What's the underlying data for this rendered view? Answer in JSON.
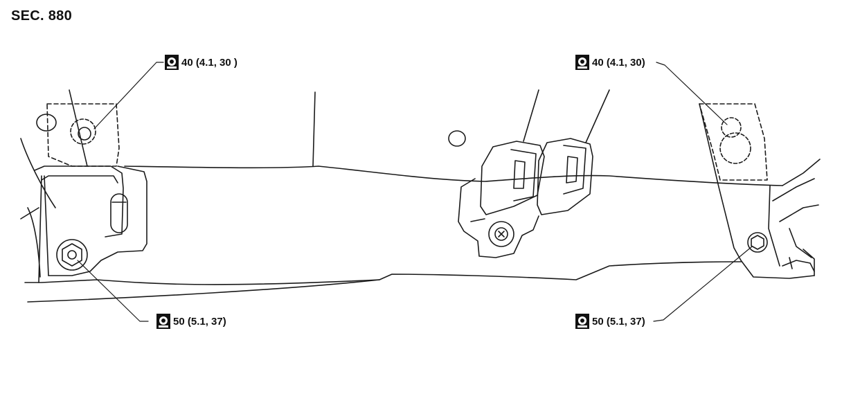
{
  "section": "SEC. 880",
  "callouts": {
    "top_left": {
      "icon": "torque-wrench-icon",
      "text": "40 (4.1, 30 )"
    },
    "top_right": {
      "icon": "torque-wrench-icon",
      "text": "40 (4.1, 30)"
    },
    "bottom_left": {
      "icon": "torque-wrench-icon",
      "text": "50 (5.1, 37)"
    },
    "bottom_right": {
      "icon": "torque-wrench-icon",
      "text": "50 (5.1, 37)"
    }
  },
  "colors": {
    "line": "#1a1a1a",
    "background": "#ffffff"
  }
}
